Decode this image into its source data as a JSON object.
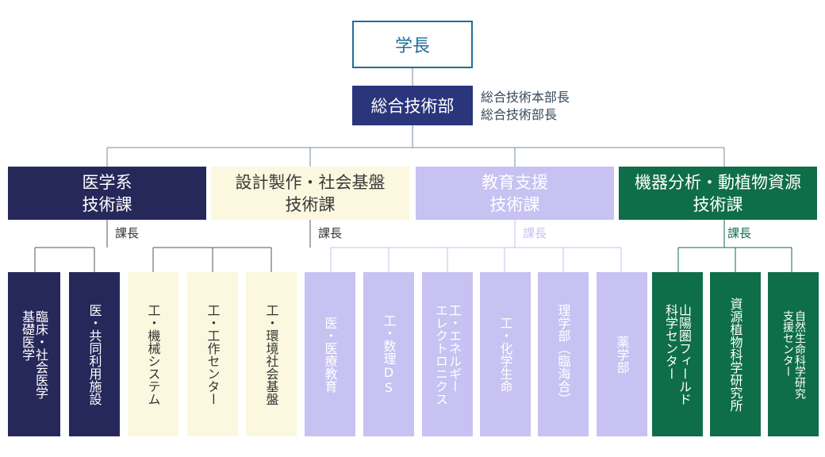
{
  "president": "学長",
  "department": "総合技術部",
  "department_heads": [
    "総合技術本部長",
    "総合技術部長"
  ],
  "divisions": [
    {
      "lines": [
        "医学系",
        "技術課"
      ],
      "chief": "課長",
      "bg": "#27285a",
      "fg": "#ffffff"
    },
    {
      "lines": [
        "設計製作・社会基盤",
        "技術課"
      ],
      "chief": "課長",
      "bg": "#fcf8df",
      "fg": "#3a3a3a"
    },
    {
      "lines": [
        "教育支援",
        "技術課"
      ],
      "chief": "課長",
      "bg": "#c7c2f2",
      "fg": "#ffffff"
    },
    {
      "lines": [
        "機器分析・動植物資源",
        "技術課"
      ],
      "chief": "課長",
      "bg": "#0f6e4a",
      "fg": "#ffffff"
    }
  ],
  "units": [
    {
      "text": "臨床・社会医学\n基礎医学"
    },
    {
      "text": "医・共同利用施設"
    },
    {
      "text": "工・機械システム"
    },
    {
      "text": "工・工作センター"
    },
    {
      "text": "工・環境社会基盤"
    },
    {
      "text": "医・医療教育"
    },
    {
      "text": "工・数理DS"
    },
    {
      "text": "工・エネルギー\nエレクトロニクス"
    },
    {
      "text": "工・化学生命"
    },
    {
      "text": "理学部（臨海合）"
    },
    {
      "text": "薬学部"
    },
    {
      "text": "山陽圏フィールド\n科学センター"
    },
    {
      "text": "資源植物科学研究所"
    },
    {
      "text": "自然生命科学研究\n支援センター"
    }
  ]
}
